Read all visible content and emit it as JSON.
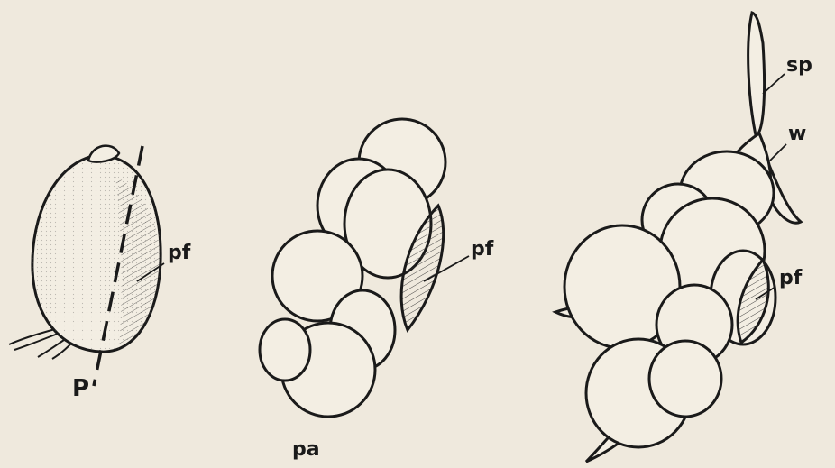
{
  "labels": {
    "p": "P",
    "pf_left": "pf",
    "pf_middle": "pf",
    "pf_right": "pf",
    "pa": "pa",
    "sp": "sp",
    "w": "w"
  },
  "colors": {
    "paper": "#efe9dd",
    "ink": "#1a1a1a",
    "body_fill": "#f3eee3"
  }
}
